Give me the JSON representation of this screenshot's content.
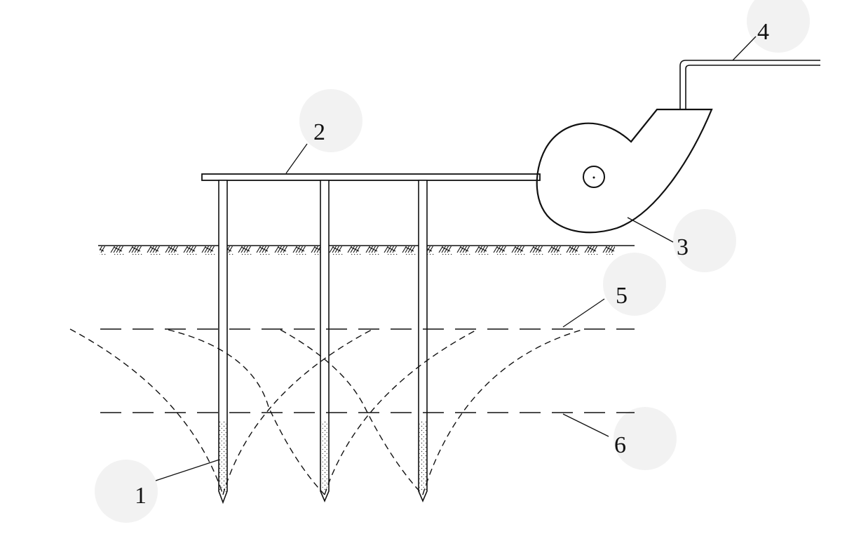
{
  "labels": {
    "well_pipe": "1",
    "header_pipe": "2",
    "pump": "3",
    "outlet_pipe": "4",
    "water_table_original": "5",
    "water_table_lowered": "6"
  },
  "colors": {
    "line": "#111111",
    "bubble": "#eeeeee",
    "background": "#ffffff"
  }
}
